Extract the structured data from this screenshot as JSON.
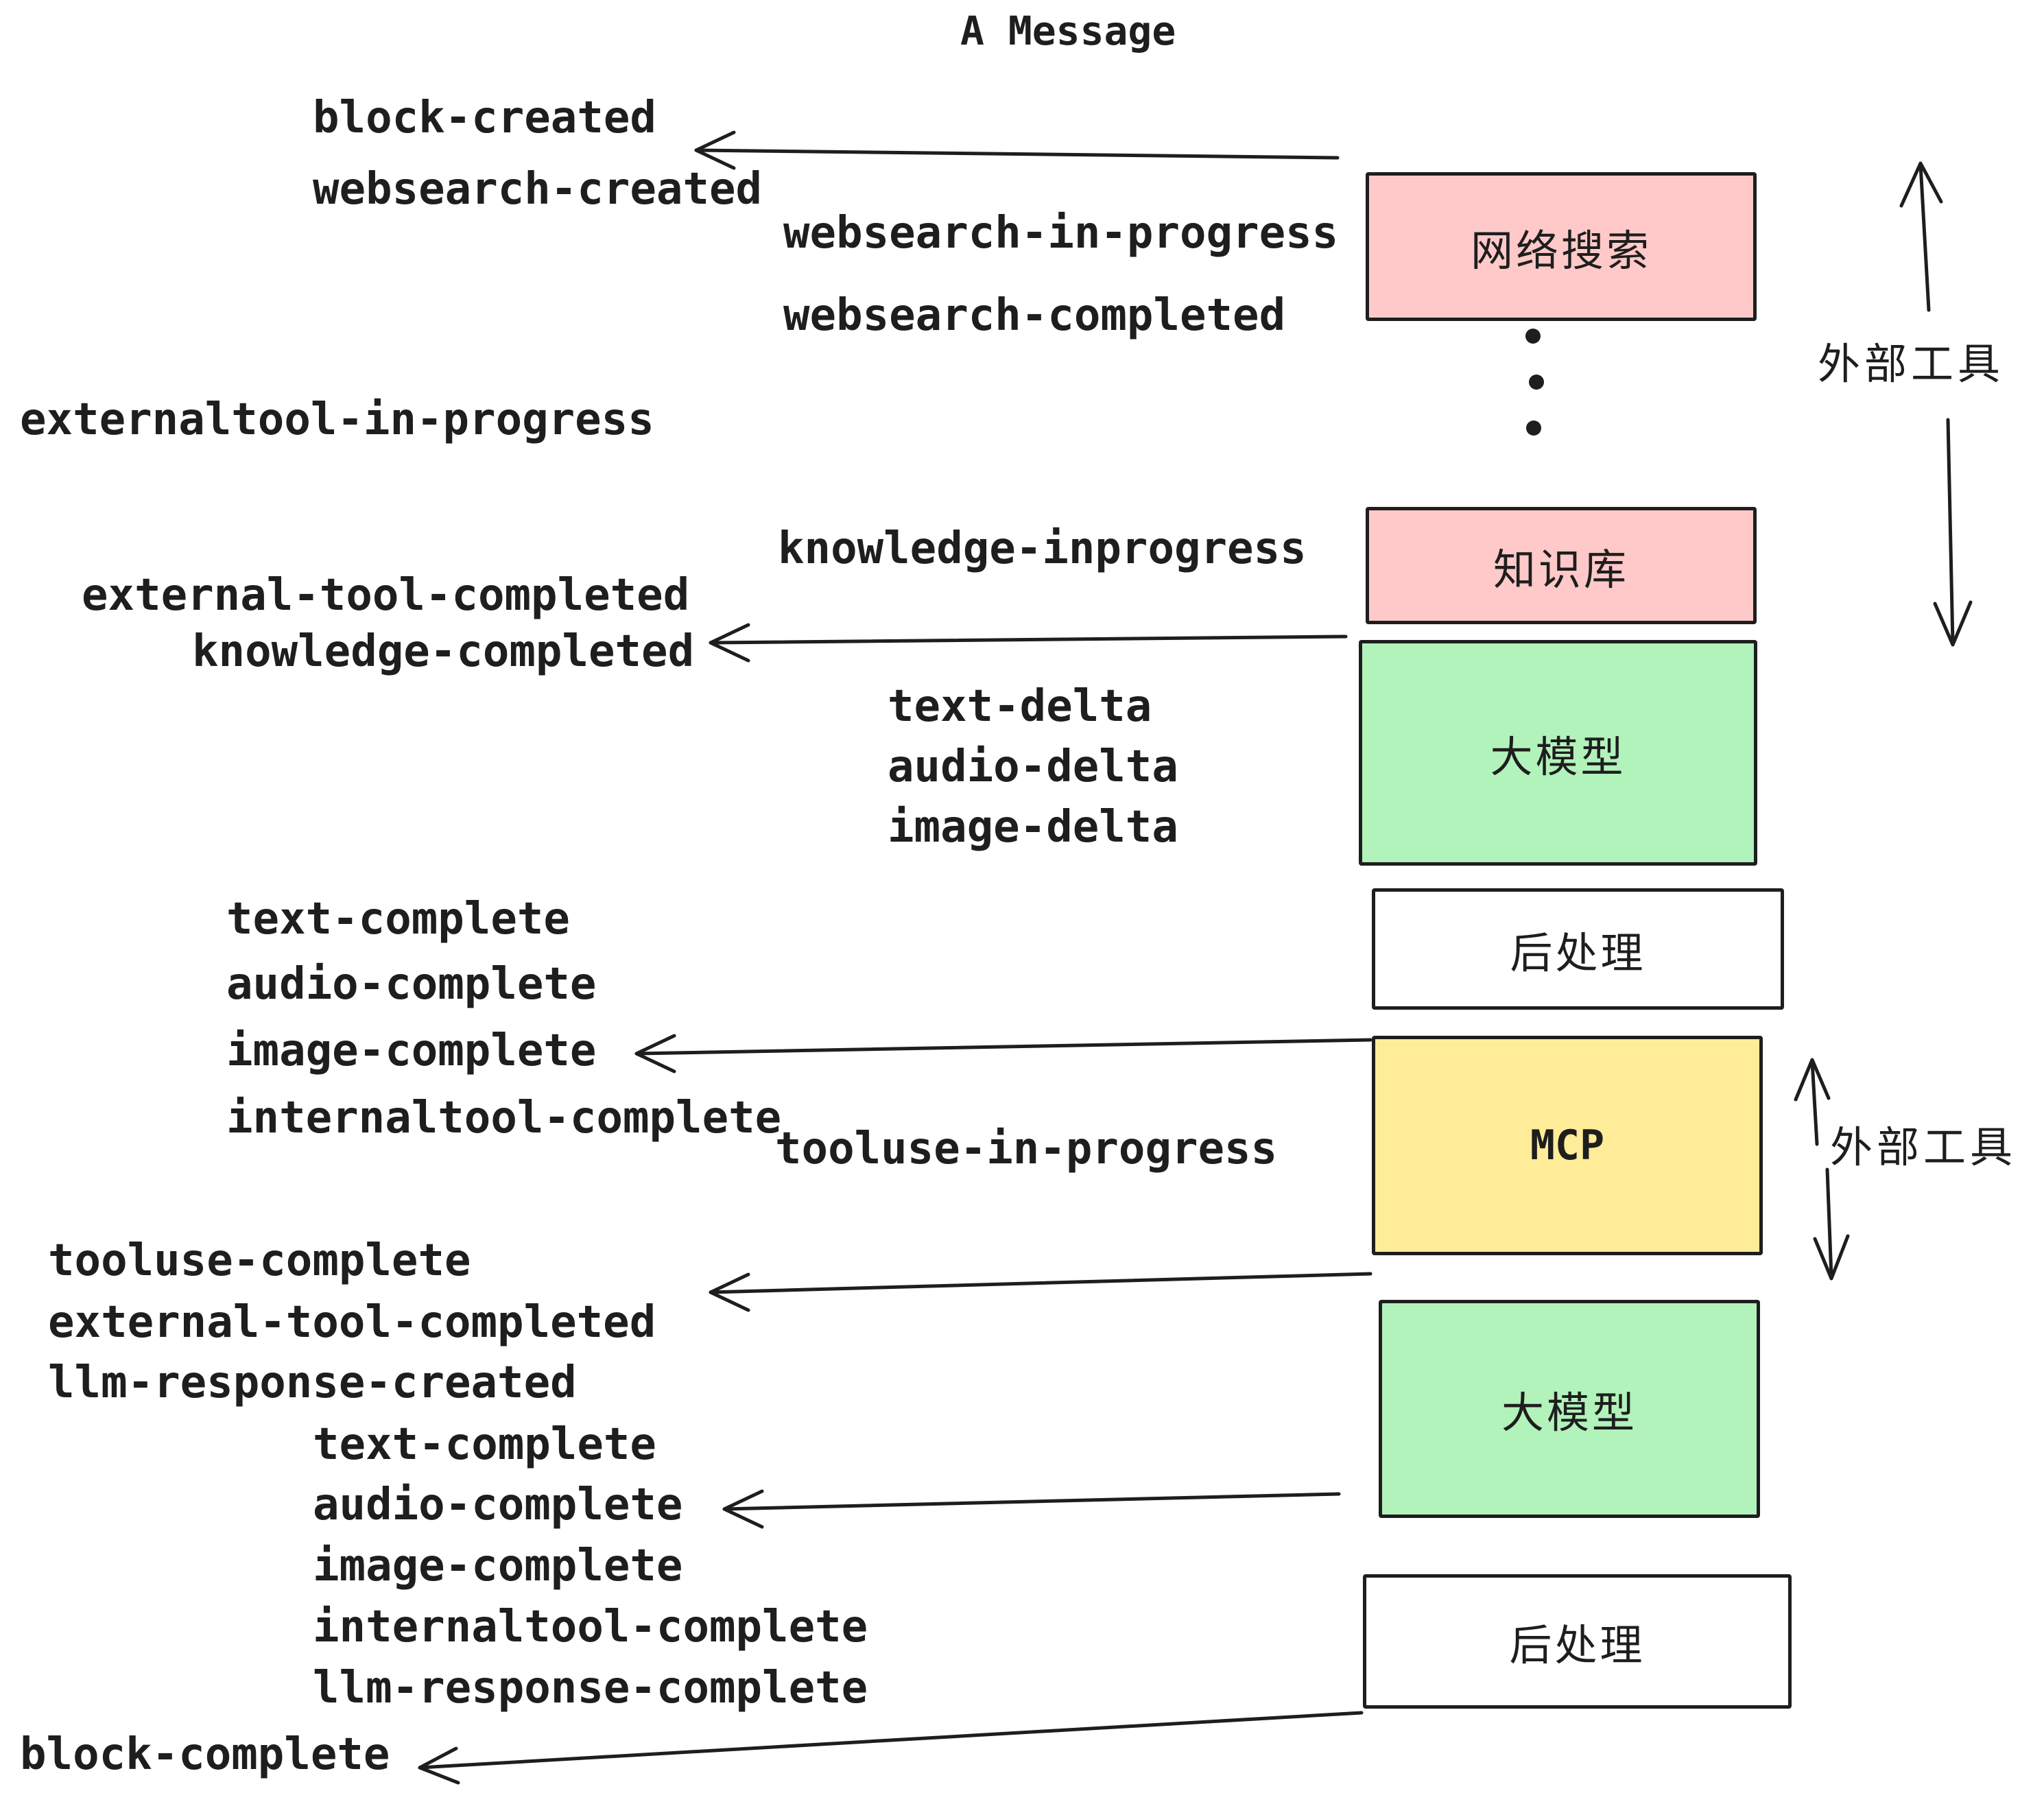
{
  "title": "A Message",
  "colors": {
    "ink": "#1e1e1e",
    "pink": "#ffc9c9",
    "green": "#b2f2bb",
    "yellow": "#ffec99",
    "white": "#ffffff"
  },
  "boxes": [
    {
      "id": "websearch",
      "label": "网络搜索",
      "fill": "#ffc9c9"
    },
    {
      "id": "knowledge",
      "label": "知识库",
      "fill": "#ffc9c9"
    },
    {
      "id": "llm-1",
      "label": "大模型",
      "fill": "#b2f2bb"
    },
    {
      "id": "post-1",
      "label": "后处理",
      "fill": "#ffffff"
    },
    {
      "id": "mcp",
      "label": "MCP",
      "fill": "#ffec99"
    },
    {
      "id": "llm-2",
      "label": "大模型",
      "fill": "#b2f2bb"
    },
    {
      "id": "post-2",
      "label": "后处理",
      "fill": "#ffffff"
    }
  ],
  "side_labels": {
    "external_tools_top": "外部工具",
    "external_tools_mcp": "外部工具"
  },
  "events": {
    "block_created": "block-created",
    "websearch_created": "websearch-created",
    "websearch_in_progress": "websearch-in-progress",
    "websearch_completed": "websearch-completed",
    "externaltool_in_progress": "externaltool-in-progress",
    "knowledge_inprogress": "knowledge-inprogress",
    "external_tool_completed_1": "external-tool-completed",
    "knowledge_completed": "knowledge-completed",
    "text_delta_1": "text-delta",
    "audio_delta_1": "audio-delta",
    "image_delta_1": "image-delta",
    "text_complete_1": "text-complete",
    "audio_complete_1": "audio-complete",
    "image_complete_1": "image-complete",
    "internaltool_complete_1": "internaltool-complete",
    "tooluse_in_progress": "tooluse-in-progress",
    "tooluse_complete": "tooluse-complete",
    "external_tool_completed_2": "external-tool-completed",
    "llm_response_created": "llm-response-created",
    "text_complete_2": "text-complete",
    "audio_complete_2": "audio-complete",
    "image_complete_2": "image-complete",
    "internaltool_complete_2": "internaltool-complete",
    "llm_response_complete": "llm-response-complete",
    "block_complete": "block-complete"
  }
}
